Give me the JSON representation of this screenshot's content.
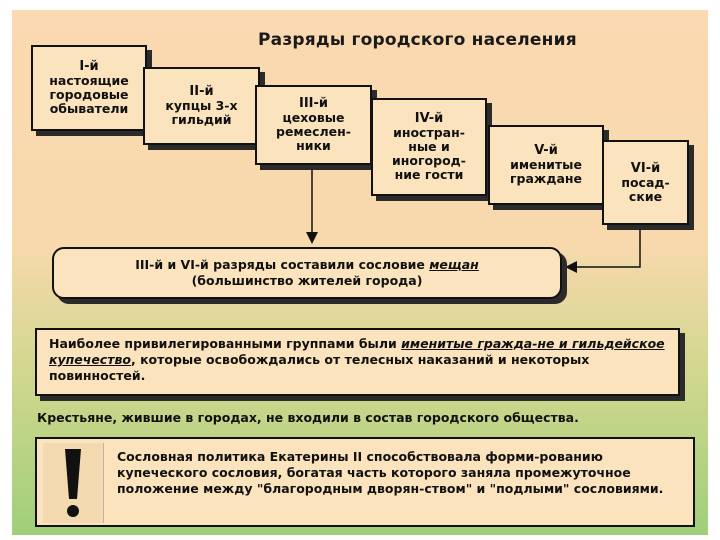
{
  "title": "Разряды городского населения",
  "ranks": [
    {
      "num": "I-й",
      "lines": [
        "настоящие",
        "городовые",
        "обыватели"
      ]
    },
    {
      "num": "II-й",
      "lines": [
        "купцы 3-х",
        "гильдий"
      ]
    },
    {
      "num": "III-й",
      "lines": [
        "цеховые",
        "ремеслен-",
        "ники"
      ]
    },
    {
      "num": "IV-й",
      "lines": [
        "иностран-",
        "ные и",
        "иногород-",
        "ние гости"
      ]
    },
    {
      "num": "V-й",
      "lines": [
        "именитые",
        "граждане"
      ]
    },
    {
      "num": "VI-й",
      "lines": [
        "посад-",
        "ские"
      ]
    }
  ],
  "result": {
    "line1_before": "III-й и VI-й разряды составили сословие ",
    "line1_em": "мещан",
    "line2": "(большинство жителей города)"
  },
  "privileged": {
    "before": "Наиболее привилегированными группами были ",
    "em": "именитые гражда-не и гильдейское купечество",
    "after": ", которые освобождались от телесных наказаний и некоторых повинностей."
  },
  "peasants": "Крестьяне, жившие в городах, не входили в состав городского общества.",
  "policy": "Сословная политика Екатерины II способствовала форми-рованию купеческого сословия, богатая часть которого заняла промежуточное положение между \"благородным дворян-ством\" и \"подлыми\" сословиями.",
  "colors": {
    "box": "#fbe3bd",
    "border": "#111111",
    "shadow": "#2b2b2b"
  }
}
